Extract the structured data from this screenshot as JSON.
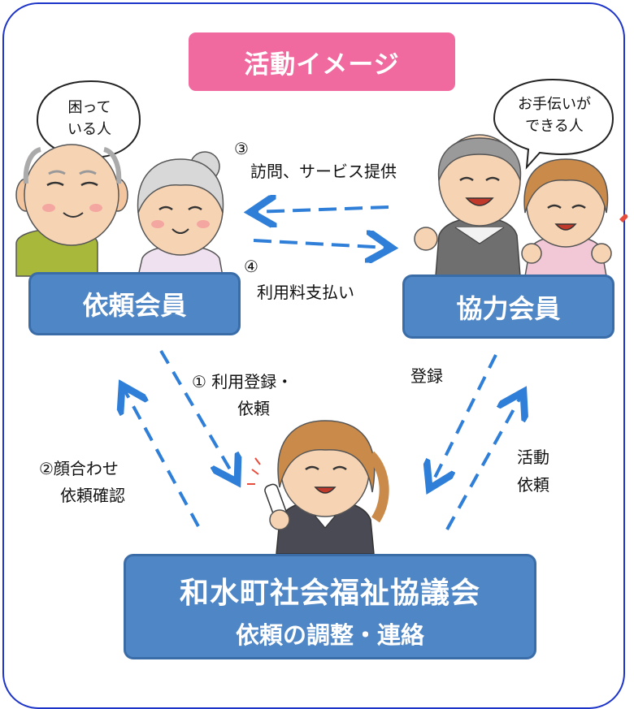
{
  "title": "活動イメージ",
  "bubbles": {
    "requester": [
      "困って",
      "いる人"
    ],
    "helper": [
      "お手伝いが",
      "できる人"
    ]
  },
  "steps": {
    "step3_num": "③",
    "step3": "訪問、サービス提供",
    "step4_num": "④",
    "step4": "利用料支払い",
    "step1_line1": "① 利用登録・",
    "step1_line2": "依頼",
    "step2_line1": "②顔合わせ",
    "step2_line2": "依頼確認",
    "register": "登録",
    "activity_line1": "活動",
    "activity_line2": "依頼"
  },
  "boxes": {
    "requester": "依頼会員",
    "helper": "協力会員",
    "council_name": "和水町社会福祉協議会",
    "council_role": "依頼の調整・連絡"
  },
  "colors": {
    "frame": "#1d34c8",
    "title_bg": "#f06aa0",
    "box_bg": "#4f86c6",
    "arrow": "#2f7fd8"
  }
}
